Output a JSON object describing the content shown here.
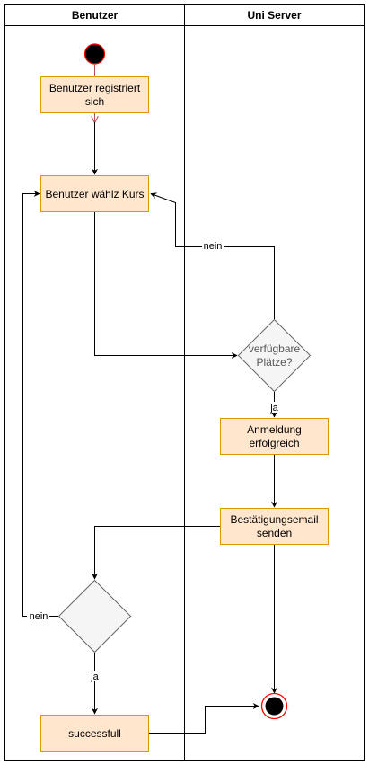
{
  "lanes": {
    "left": {
      "title": "Benutzer"
    },
    "right": {
      "title": "Uni Server"
    }
  },
  "nodes": {
    "register": {
      "line1": "Benutzer registriert",
      "line2": "sich"
    },
    "choose_course": {
      "label": "Benutzer wählz Kurs"
    },
    "decision_places": {
      "line1": "verfügbare",
      "line2": "Plätze?"
    },
    "registration_success": {
      "line1": "Anmeldung",
      "line2": "erfolgreich"
    },
    "send_email": {
      "line1": "Bestätigungsemail",
      "line2": "senden"
    },
    "success": {
      "label": "successfull"
    }
  },
  "edges": {
    "places_no": "nein",
    "places_yes": "ja",
    "user_decision_no": "nein",
    "user_decision_yes": "ja"
  },
  "colors": {
    "activity_fill": "#ffe6cc",
    "activity_stroke": "#d79b00",
    "decision_fill": "#f5f5f5",
    "decision_stroke": "#666666",
    "start_fill": "#000000",
    "start_stroke": "#ff0000",
    "line": "#000000"
  }
}
